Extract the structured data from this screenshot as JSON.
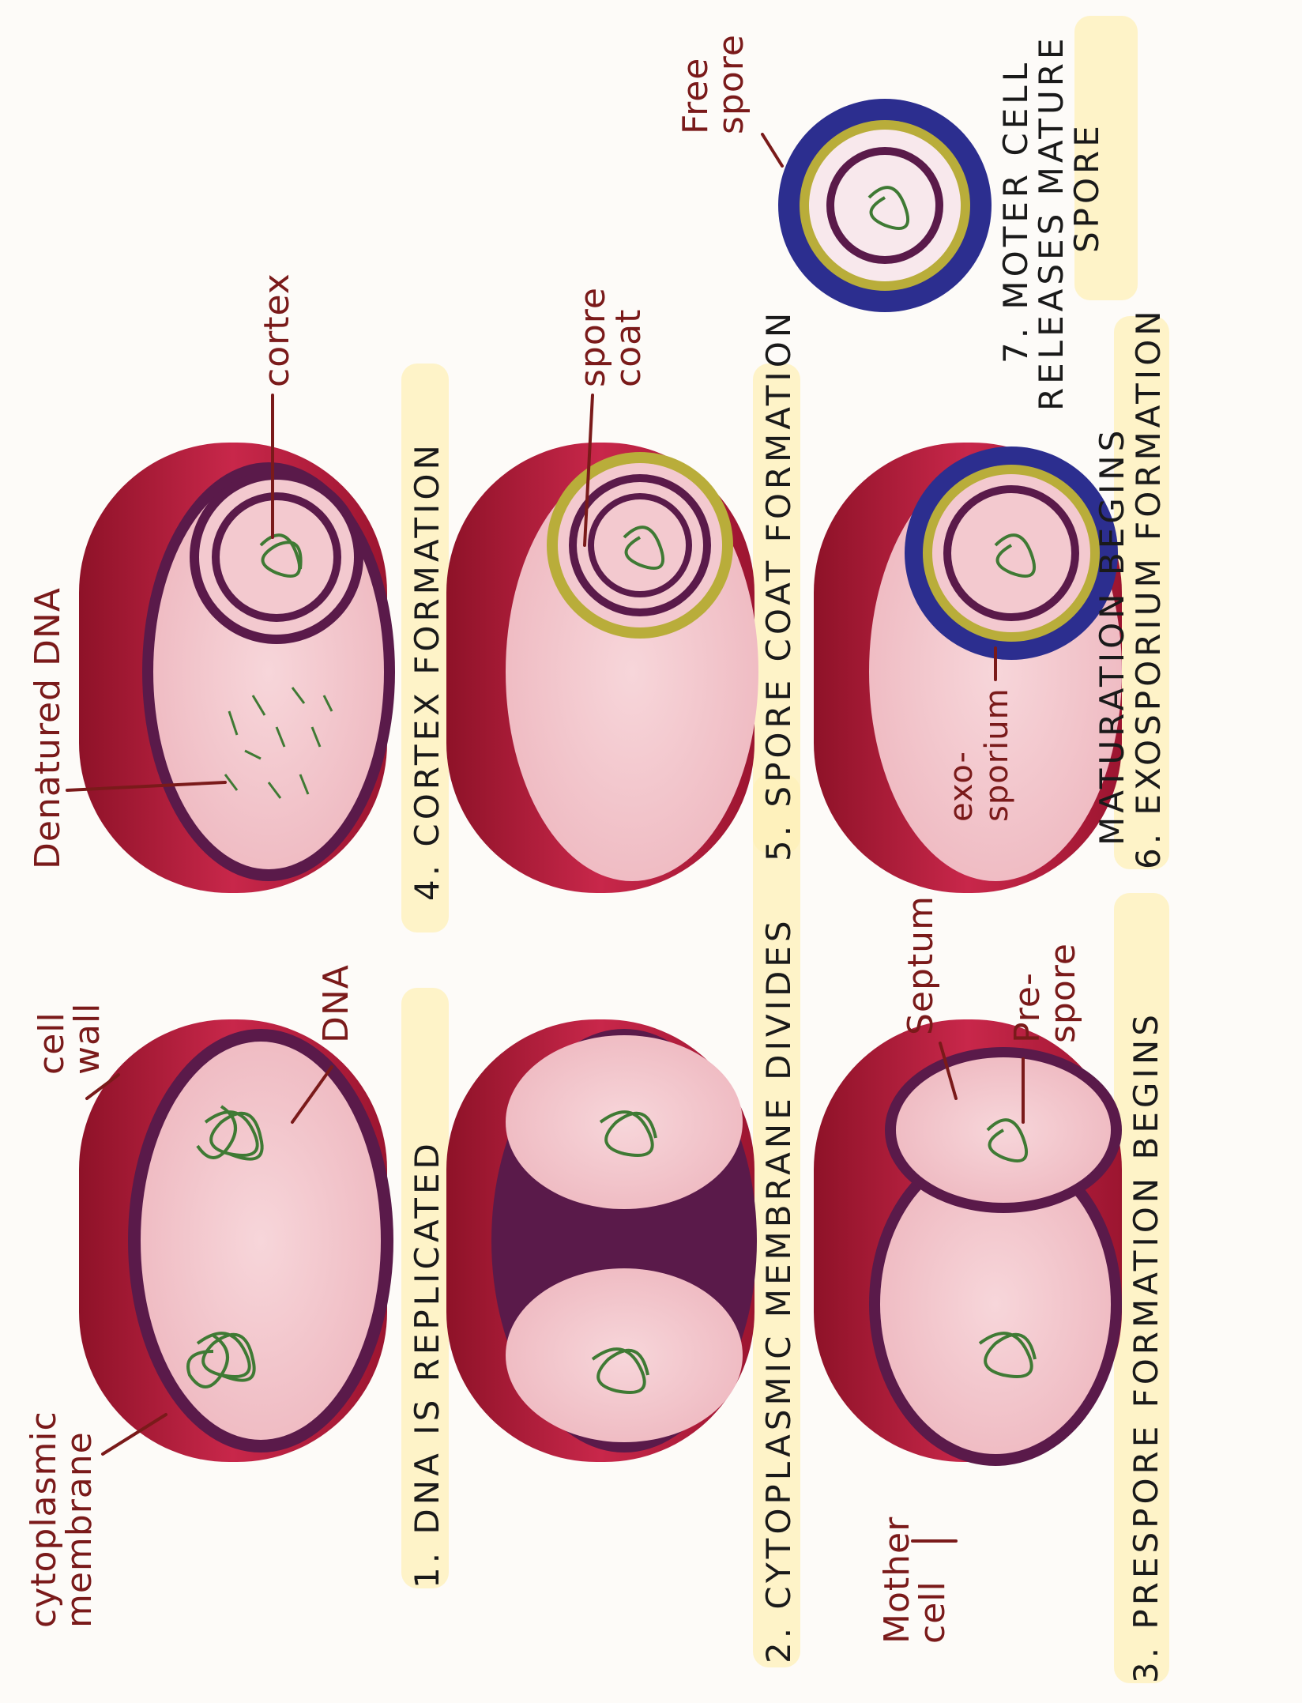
{
  "labels": {
    "cytoplasmic_membrane": [
      "cytoplasmic",
      "membrane"
    ],
    "cell_wall": [
      "cell",
      "wall"
    ],
    "dna": "DNA",
    "denatured_dna": "Denatured DNA",
    "cortex": "cortex",
    "spore_coat": [
      "spore",
      "coat"
    ],
    "septum": "Septum",
    "pre_spore": [
      "Pre-",
      "spore"
    ],
    "mother_cell": [
      "Mother",
      "cell"
    ],
    "exosporium": [
      "exo-",
      "sporium"
    ],
    "free_spore": [
      "Free",
      "spore"
    ]
  },
  "steps": {
    "s1": "1. DNA IS REPLICATED",
    "s2": "2. CYTOPLASMIC MEMBRANE DIVIDES",
    "s3": "3. PRESPORE FORMATION BEGINS",
    "s4": "4. CORTEX FORMATION",
    "s5": "5. SPORE COAT FORMATION",
    "s6a": "MATURATION BEGINS",
    "s6b": "6. EXOSPORIUM FORMATION",
    "s7a": "7. MOTER CELL",
    "s7b": "RELEASES MATURE",
    "s7c": "SPORE"
  },
  "colors": {
    "cell_wall": "#b2203a",
    "membrane": "#5a1a4a",
    "cytoplasm": "#f3c9cf",
    "dna": "#3f7a34",
    "spore_coat": "#b9ad3a",
    "exosporium": "#2c2e8f"
  }
}
